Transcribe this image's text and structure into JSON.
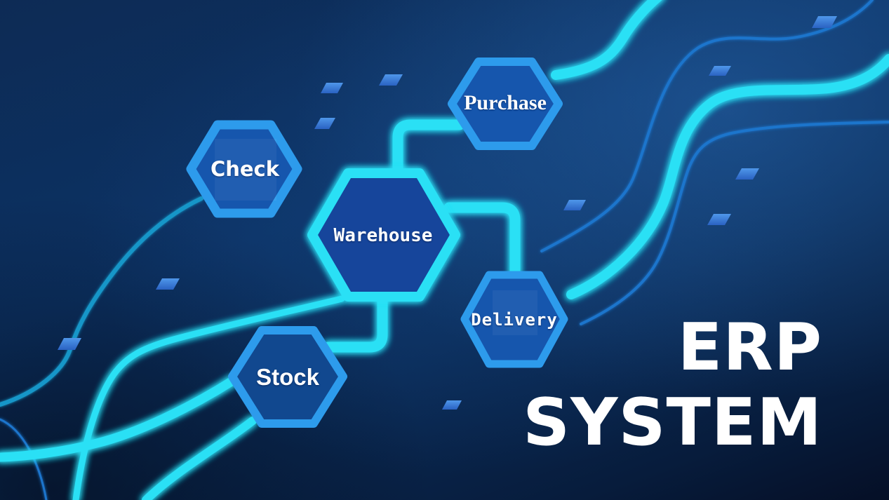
{
  "diagram": {
    "type": "hexagon-flow-infographic",
    "title": {
      "line1": "ERP",
      "line2": "SYSTEM"
    },
    "nodes": [
      {
        "id": "purchase",
        "label": "Purchase",
        "style": "blue"
      },
      {
        "id": "check",
        "label": "Check",
        "style": "blue"
      },
      {
        "id": "warehouse",
        "label": "Warehouse",
        "style": "cyan-highlight"
      },
      {
        "id": "delivery",
        "label": "Delivery",
        "style": "blue"
      },
      {
        "id": "stock",
        "label": "Stock",
        "style": "blue"
      }
    ],
    "edges": [
      {
        "from": "warehouse",
        "to": "purchase"
      },
      {
        "from": "warehouse",
        "to": "delivery"
      },
      {
        "from": "warehouse",
        "to": "stock"
      }
    ],
    "colors": {
      "accent_cyan": "#2ae0f5",
      "trace_teal": "#1796c8",
      "trace_blue": "#1d74cc",
      "hex_border_blue": "#2d9bec",
      "hex_fill_blue": "#1656ad",
      "hex_fill_warehouse": "#13449b",
      "hex_fill_stock": "#11488f",
      "chip_top": "#4f97ea",
      "chip_bottom": "#2a62c2",
      "bg_top": "#0d2b55",
      "bg_mid": "#0c3264",
      "bg_bottom": "#050f26",
      "text_white": "#ffffff"
    }
  }
}
